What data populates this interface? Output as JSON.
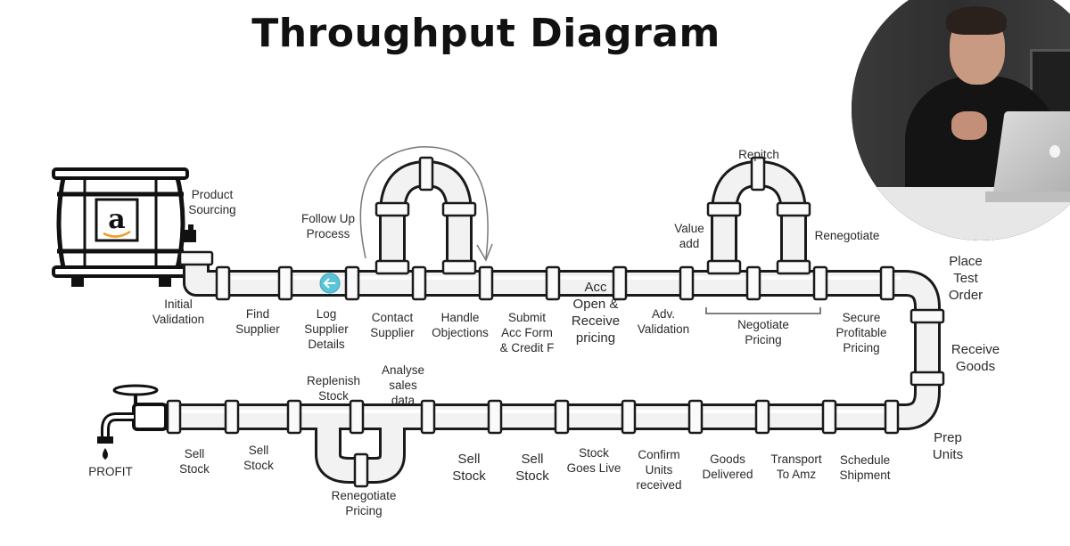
{
  "title": "Throughput Diagram",
  "labels": {
    "product_sourcing": "Product\nSourcing",
    "initial_validation": "Initial\nValidation",
    "find_supplier": "Find\nSupplier",
    "log_supplier": "Log\nSupplier\nDetails",
    "follow_up": "Follow Up\nProcess",
    "contact_supplier": "Contact\nSupplier",
    "handle_objections": "Handle\nObjections",
    "submit_acc": "Submit\nAcc Form\n& Credit F",
    "acc_open": "Acc\nOpen &\nReceive\npricing",
    "adv_validation": "Adv.\nValidation",
    "value_add": "Value\nadd",
    "repitch": "Repitch",
    "renegotiate_top": "Renegotiate",
    "negotiate_pricing": "Negotiate\nPricing",
    "secure_pricing": "Secure\nProfitable\nPricing",
    "place_test_order": "Place\nTest\nOrder",
    "receive_goods": "Receive\nGoods",
    "prep_units": "Prep\nUnits",
    "schedule_shipment": "Schedule\nShipment",
    "transport_amz": "Transport\nTo Amz",
    "goods_delivered": "Goods\nDelivered",
    "confirm_units": "Confirm\nUnits\nreceived",
    "stock_live": "Stock\nGoes Live",
    "sell_stock_1": "Sell\nStock",
    "sell_stock_2": "Sell\nStock",
    "analyse_sales": "Analyse\nsales\ndata",
    "replenish_stock": "Replenish\nStock",
    "renegotiate_bottom": "Renegotiate\nPricing",
    "sell_stock_3": "Sell\nStock",
    "sell_stock_4": "Sell\nStock",
    "profit": "PROFIT",
    "barrel_logo": "a"
  },
  "icons": {
    "barrel": "barrel-icon",
    "faucet": "faucet-icon",
    "cursor": "back-arrow-icon"
  },
  "colors": {
    "pipe_fill": "#f2f2f2",
    "pipe_stroke": "#1a1a1a",
    "cursor": "#5bc4d8",
    "amazon_orange": "#f29a1f"
  }
}
